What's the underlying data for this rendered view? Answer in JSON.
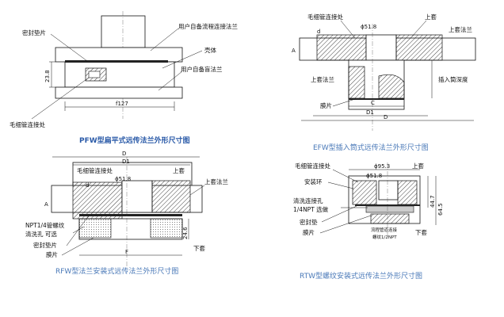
{
  "pfw": {
    "caption": "PFW型扁平式远传法兰外形尺寸图",
    "labels": {
      "gasket": "密封垫片",
      "user_flange": "用户自备流程连接法兰",
      "housing": "壳体",
      "user_tube_flange": "用户自备盲法兰",
      "capillary": "毛细管连接处"
    },
    "dims": {
      "height": "23.8",
      "width": "f127"
    }
  },
  "efw": {
    "caption": "EFW型插入筒式远传法兰外形尺寸图",
    "labels": {
      "capillary": "毛细管连接处",
      "top_sleeve": "上套",
      "top_flange_r": "上套法兰",
      "top_flange_l": "上套法兰",
      "insert_depth": "插入筒深度",
      "diaphragm": "膜片"
    },
    "dims": {
      "phi": "ϕ51.8",
      "a": "A",
      "c": "C",
      "d1": "D1",
      "d": "D",
      "small_d": "d"
    }
  },
  "rfw": {
    "caption": "RFW型法兰安装式远传法兰外形尺寸图",
    "labels": {
      "capillary": "毛细管连接处",
      "top_sleeve": "上套",
      "top_flange": "上套法兰",
      "npt": "NPT1/4管螺纹",
      "wash_hole": "清洗孔  可选",
      "gasket": "密封垫片",
      "diaphragm": "膜片",
      "bottom_sleeve": "下套"
    },
    "dims": {
      "phi": "ϕ51.8",
      "a": "A",
      "d": "D",
      "d1": "D1",
      "small_d": "d",
      "h": "24.6",
      "f": "F"
    }
  },
  "rtw": {
    "caption": "RTW型螺纹安装式远传法兰外形尺寸图",
    "labels": {
      "capillary": "毛细管连接处",
      "top_sleeve": "上套",
      "mount_ring": "安装环",
      "wash_port": "清洗连接孔",
      "npt_opt": "1/4NPT 选做",
      "gasket": "密封垫",
      "diaphragm": "膜片",
      "bottom_sleeve": "下套",
      "process_thread": "流程管道连接",
      "thread": "螺纹1/2NPT"
    },
    "dims": {
      "phi1": "ϕ95.3",
      "phi2": "ϕ51.8",
      "h1": "44.7",
      "h2": "64.5"
    }
  }
}
